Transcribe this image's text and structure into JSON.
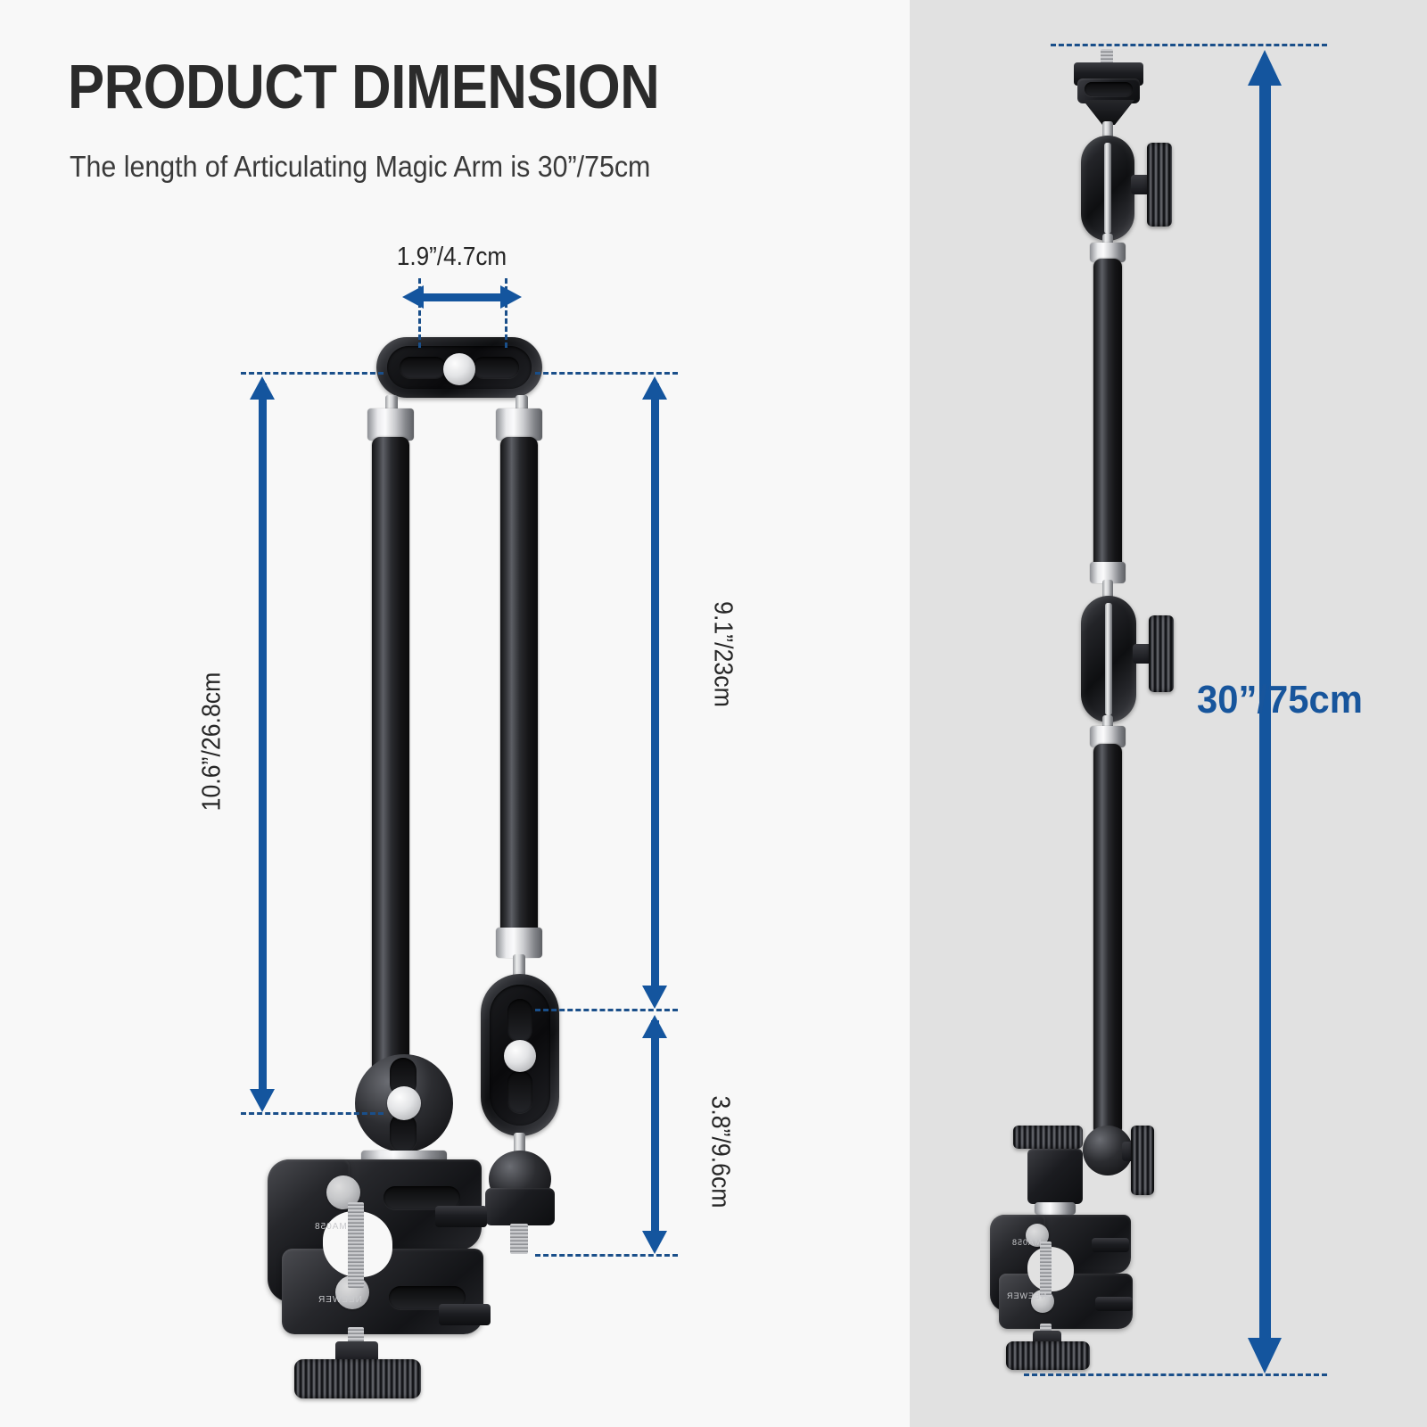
{
  "page": {
    "title": "PRODUCT DIMENSION",
    "subtitle": "The length of Articulating Magic Arm is 30”/75cm",
    "background_left": "#f8f8f8",
    "background_right": "#e1e1e1",
    "accent_blue": "#14559e",
    "guide_blue": "#1a4f8a",
    "text_dark": "#2b2b2b"
  },
  "left_panel": {
    "name": "folded-arm-diagram",
    "measurements": [
      {
        "id": "width-top",
        "label": "1.9”/4.7cm",
        "orientation": "horizontal",
        "arrow": "double"
      },
      {
        "id": "height-left",
        "label": "10.6”/26.8cm",
        "orientation": "vertical-up",
        "arrow": "double"
      },
      {
        "id": "height-upper-right",
        "label": "9.1”/23cm",
        "orientation": "vertical-down",
        "arrow": "double"
      },
      {
        "id": "height-lower-right",
        "label": "3.8”/9.6cm",
        "orientation": "vertical-down",
        "arrow": "double"
      }
    ],
    "product_marks": [
      {
        "text": "NEEWER"
      },
      {
        "text": "MA058"
      }
    ]
  },
  "right_panel": {
    "name": "extended-arm-diagram",
    "measurement": {
      "id": "total-length",
      "label": "30”/75cm",
      "orientation": "vertical",
      "arrow": "double",
      "color": "#17559c"
    },
    "product_marks": [
      {
        "text": "NEEWER"
      },
      {
        "text": "MA058"
      }
    ]
  }
}
